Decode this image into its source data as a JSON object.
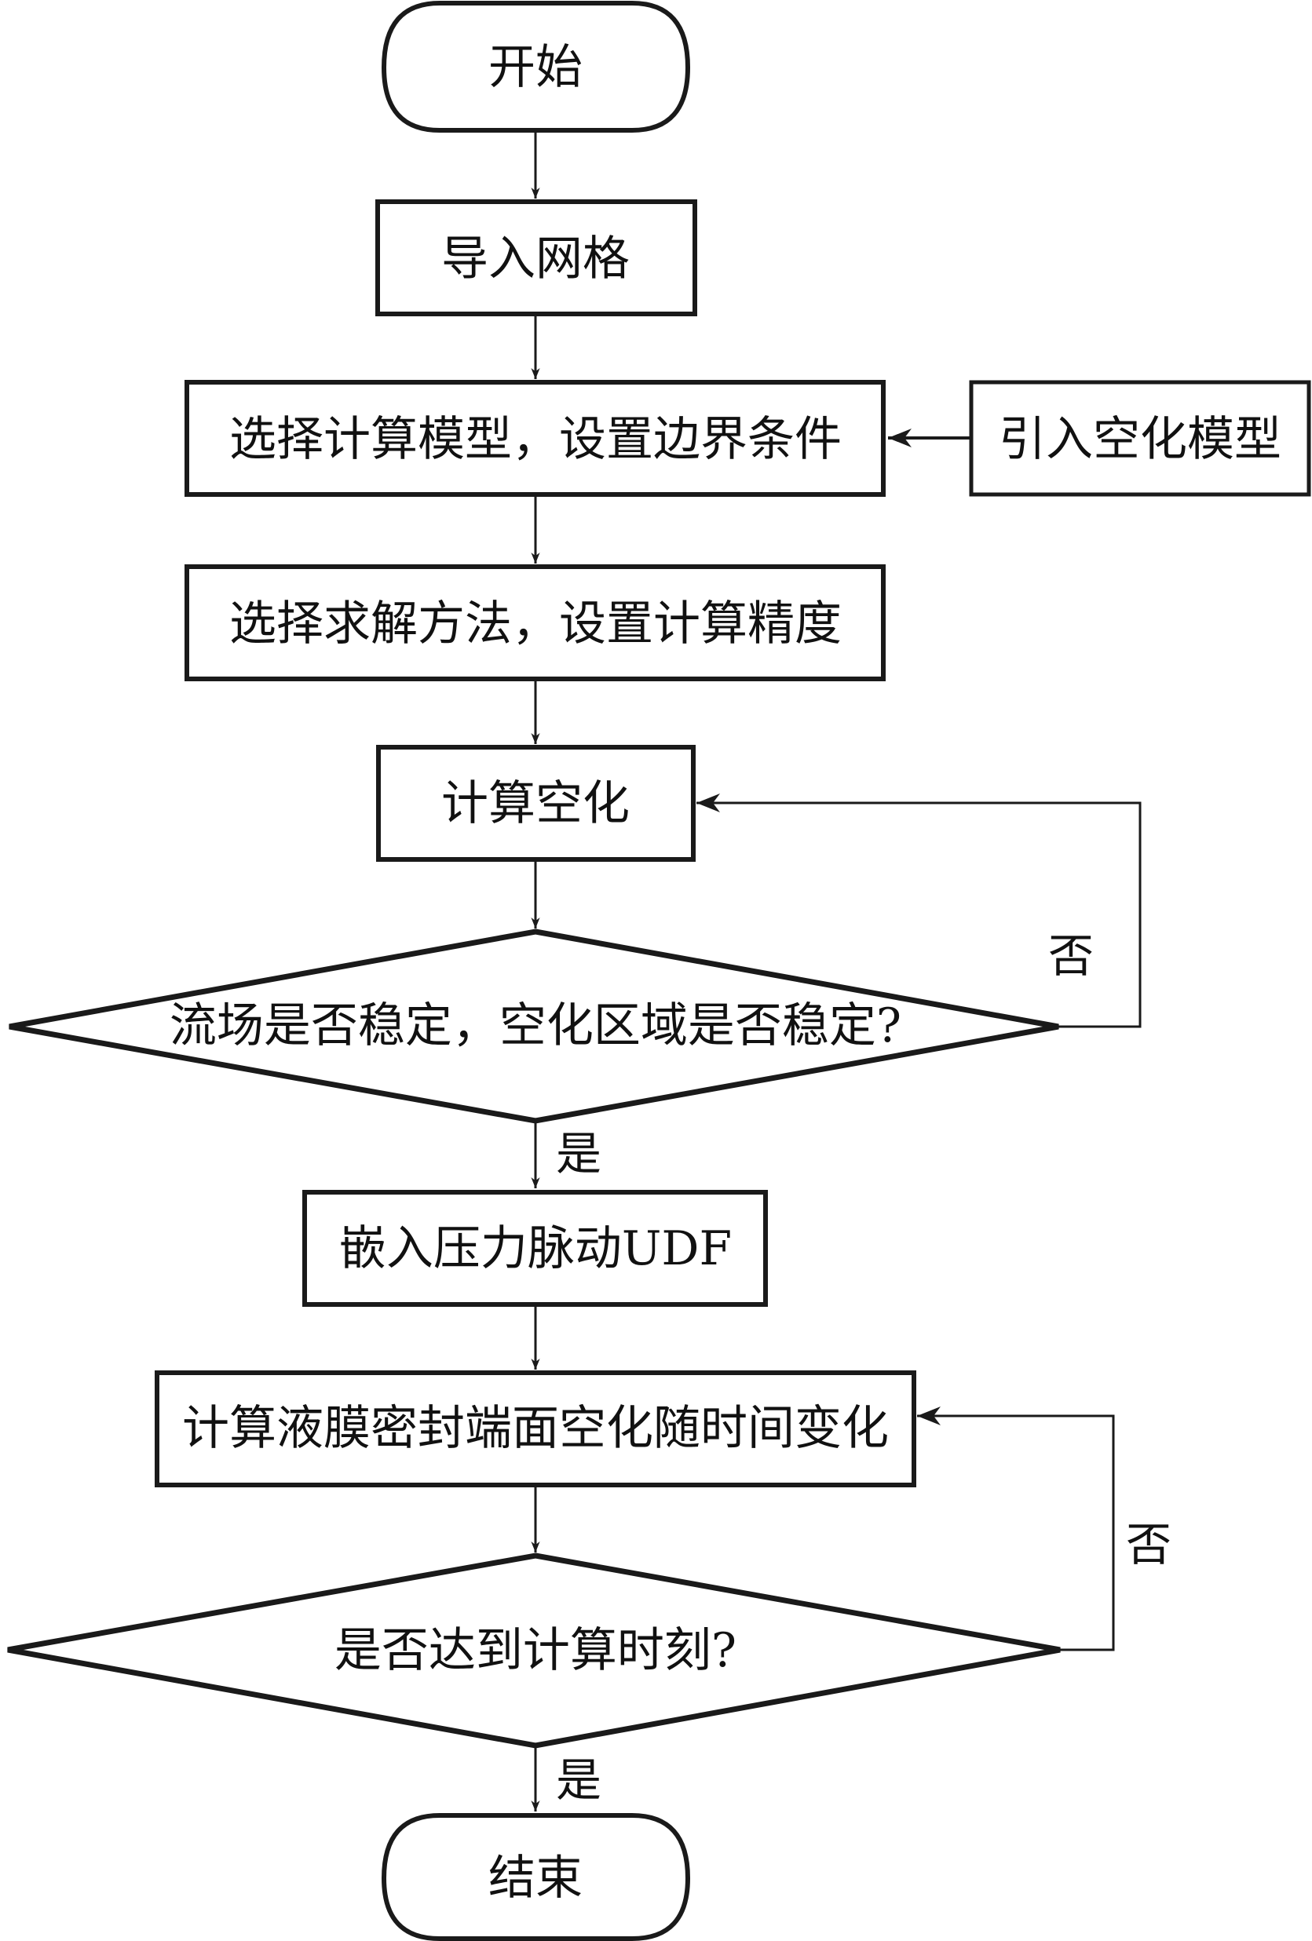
{
  "nodes": {
    "start": "开始",
    "import_mesh": "导入网格",
    "select_model": "选择计算模型，设置边界条件",
    "cavitation_model": "引入空化模型",
    "select_solver": "选择求解方法，设置计算精度",
    "compute_cavitation": "计算空化",
    "decision_stable": "流场是否稳定，空化区域是否稳定?",
    "embed_udf": "嵌入压力脉动UDF",
    "compute_transient": "计算液膜密封端面空化随时间变化",
    "decision_time": "是否达到计算时刻?",
    "end": "结束"
  },
  "edge_labels": {
    "no_1": "否",
    "yes_1": "是",
    "no_2": "否",
    "yes_2": "是"
  },
  "colors": {
    "stroke": "#1a1a1a",
    "background": "#ffffff"
  }
}
